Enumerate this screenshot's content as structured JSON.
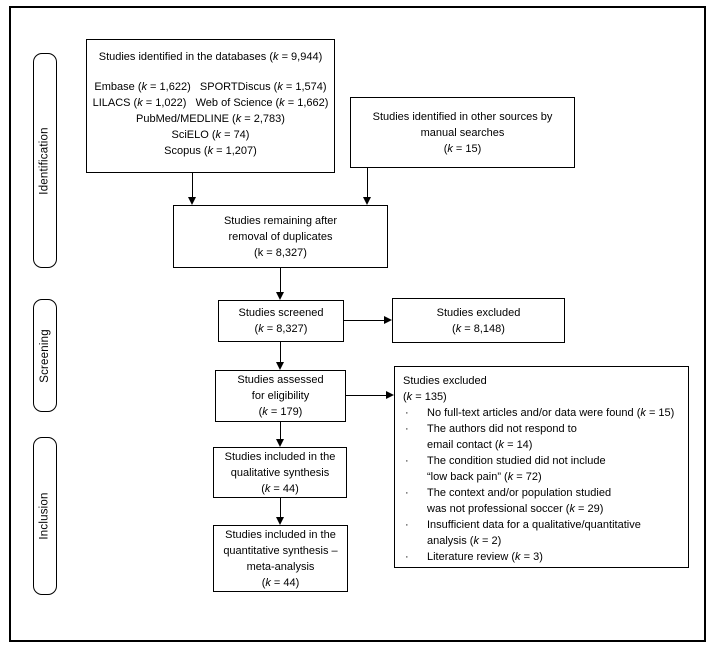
{
  "stage_labels": [
    "Identification",
    "Screening",
    "Inclusion"
  ],
  "bullet_char": "·",
  "colors": {
    "line": "#000000",
    "background": "#ffffff",
    "text": "#000000"
  },
  "boxes": {
    "databases": {
      "title": "Studies identified in the databases (k = 9,944)",
      "sources": [
        "Embase (k = 1,622)   SPORTDiscus (k = 1,574)",
        "LILACS (k = 1,022)   Web of Science (k = 1,662)",
        "PubMed/MEDLINE (k = 2,783)",
        "SciELO (k = 74)",
        "Scopus (k = 1,207)"
      ]
    },
    "manual_sources": {
      "lines": [
        "Studies identified in other sources by",
        "manual searches",
        "(k = 15)"
      ]
    },
    "duplicates_removed": {
      "lines": [
        "Studies remaining after",
        "removal of duplicates",
        "(k = 8,327)"
      ]
    },
    "screened": {
      "lines": [
        "Studies screened",
        "(k = 8,327)"
      ]
    },
    "excluded_screening": {
      "lines": [
        "Studies excluded",
        "(k = 8,148)"
      ]
    },
    "assessed": {
      "lines": [
        "Studies assessed",
        "for eligibility",
        "(k = 179)"
      ]
    },
    "excluded_eligibility": {
      "header": [
        "Studies excluded",
        "(k = 135)"
      ],
      "reasons": [
        [
          "No full-text articles and/or data were found (k = 15)"
        ],
        [
          "The authors did not respond to",
          "email contact (k = 14)"
        ],
        [
          "The condition studied did not include",
          "“low back pain” (k = 72)"
        ],
        [
          "The context and/or population studied",
          "was not professional soccer (k = 29)"
        ],
        [
          "Insufficient data for a qualitative/quantitative",
          "analysis (k = 2)"
        ],
        [
          "Literature review (k = 3)"
        ]
      ]
    },
    "qualitative": {
      "lines": [
        "Studies included in the",
        "qualitative synthesis",
        "(k = 44)"
      ]
    },
    "quantitative": {
      "lines": [
        "Studies included in the",
        "quantitative synthesis –",
        "meta-analysis",
        "(k = 44)"
      ]
    }
  }
}
